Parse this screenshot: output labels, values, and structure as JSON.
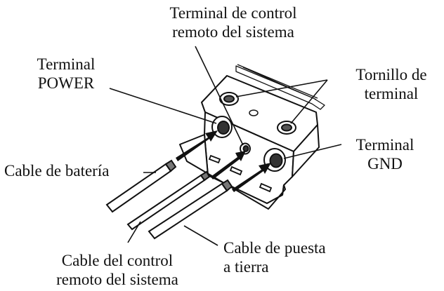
{
  "labels": {
    "system_remote_terminal": {
      "line1": "Terminal de control",
      "line2": "remoto del sistema"
    },
    "power_terminal": {
      "line1": "Terminal",
      "line2": "POWER"
    },
    "terminal_screw": {
      "line1": "Tornillo de",
      "line2": "terminal"
    },
    "gnd_terminal": {
      "line1": "Terminal",
      "line2": "GND"
    },
    "battery_cable": {
      "line1": "Cable de batería"
    },
    "system_remote_cable": {
      "line1": "Cable del control",
      "line2": "remoto del sistema"
    },
    "ground_cable": {
      "line1": "Cable de puesta",
      "line2": "a tierra"
    }
  },
  "colors": {
    "ink": "#111111",
    "block_fill": "#ffffff",
    "shade": "#9a9a9a"
  }
}
